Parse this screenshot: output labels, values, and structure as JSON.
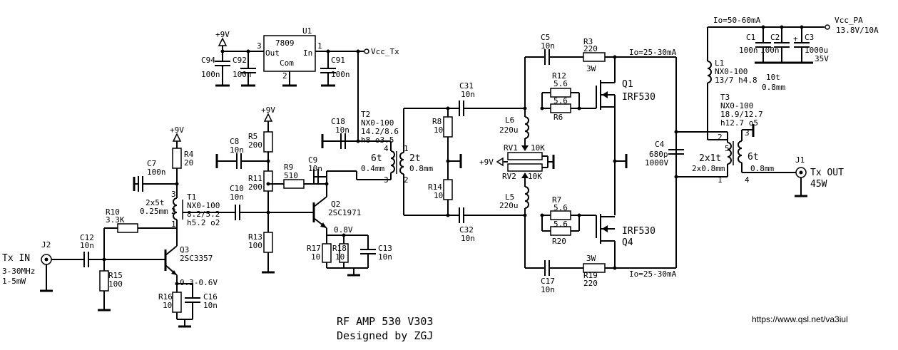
{
  "footer": {
    "title_line1": "RF AMP 530 V303",
    "title_line2": "Designed by ZGJ",
    "url": "https://www.qsl.net/va3iul"
  },
  "labels": {
    "j2": "J2",
    "tx_in": "Tx IN",
    "tx_in_freq": "3-30MHz",
    "tx_in_power": "1-5mW",
    "c12": "C12",
    "c12_val": "10n",
    "r15": "R15",
    "r15_val": "100",
    "r10": "R10",
    "r10_val": "3.3K",
    "q3": "Q3",
    "q3_type": "2SC3357",
    "r16": "R16",
    "r16_val": "10",
    "c16": "C16",
    "c16_val": "10n",
    "q3_emitter_v": "0.3-0.6V",
    "t1": "T1",
    "t1_core": "NX0-100",
    "t1_dims": "8.2/5.2",
    "t1_dims2": "h5.2 o2",
    "t1_turns": "2x5t",
    "t1_wire": "0.25mm",
    "t1_pin3": "3",
    "t1_pin2": "2",
    "t1_pin1": "1",
    "vcc9_1": "+9V",
    "r4": "R4",
    "r4_val": "20",
    "c7": "C7",
    "c7_val": "100n",
    "vcc9_2": "+9V",
    "c8": "C8",
    "c8_val": "10n",
    "r5": "R5",
    "r5_val": "200",
    "r11": "R11",
    "r11_val": "200",
    "r13": "R13",
    "r13_val": "100",
    "r9": "R9",
    "r9_val": "510",
    "c10": "C10",
    "c10_val": "10n",
    "c9": "C9",
    "c9_val": "10n",
    "q2": "Q2",
    "q2_type": "2SC1971",
    "q2_emitter_v": "0.8V",
    "r17": "R17",
    "r17_val": "10",
    "r18": "R18",
    "r18_val": "10",
    "c13": "C13",
    "c13_val": "10n",
    "vcc9_3": "+9V",
    "c94": "C94",
    "c94_val": "100n",
    "c92": "C92",
    "c92_val": "100n",
    "u1": "U1",
    "u1_type": "7809",
    "u1_out": "Out",
    "u1_in": "In",
    "u1_com": "Com",
    "u1_pin3": "3",
    "u1_pin1": "1",
    "u1_pin2": "2",
    "c91": "C91",
    "c91_val": "100n",
    "vcc_tx": "Vcc_Tx",
    "c18": "C18",
    "c18_val": "10n",
    "t2": "T2",
    "t2_core": "NX0-100",
    "t2_dims": "14.2/8.6",
    "t2_dims2": "h8 o3.5",
    "t2_pri_turns": "6t",
    "t2_pri_wire": "0.4mm",
    "t2_sec_turns": "2t",
    "t2_sec_wire": "0.8mm",
    "t2_pin4": "4",
    "t2_pin3": "3",
    "t2_pin1": "1",
    "t2_pin2": "2",
    "c31": "C31",
    "c31_val": "10n",
    "c32": "C32",
    "c32_val": "10n",
    "r8": "R8",
    "r8_val": "10",
    "r14": "R14",
    "r14_val": "10",
    "l6": "L6",
    "l6_val": "220u",
    "l5": "L5",
    "l5_val": "220u",
    "rv1": "RV1",
    "rv1_val": "10K",
    "rv2": "RV2",
    "rv2_val": "10K",
    "vcc9_4": "+9V",
    "c5": "C5",
    "c5_val": "10n",
    "r3": "R3",
    "r3_val": "220",
    "r3_power": "3W",
    "r12": "R12",
    "r12_val": "5.6",
    "r6": "R6",
    "r6_val": "5.6",
    "r7": "R7",
    "r7_val": "5.6",
    "r20": "R20",
    "r20_val": "5.6",
    "q1": "Q1",
    "q1_type": "IRF530",
    "q4": "Q4",
    "q4_type": "IRF530",
    "c17": "C17",
    "c17_val": "10n",
    "r19": "R19",
    "r19_val": "220",
    "r19_power": "3W",
    "io_top": "Io=25-30mA",
    "io_bot": "Io=25-30mA",
    "io_pa": "Io=50-60mA",
    "vcc_pa": "Vcc_PA",
    "vcc_pa_val": "13.8V/10A",
    "c1": "C1",
    "c1_val": "100n",
    "c2": "C2",
    "c2_val": "100n",
    "c3": "C3",
    "c3_val": "1000u",
    "c3_v": "35V",
    "l1": "L1",
    "l1_core": "NX0-100",
    "l1_dims": "13/7 h4.8",
    "l1_turns": "10t",
    "l1_wire": "0.8mm",
    "c4": "C4",
    "c4_val": "680p",
    "c4_v": "1000V",
    "t3": "T3",
    "t3_core": "NX0-100",
    "t3_dims": "18.9/12.7",
    "t3_dims2": "h12.7 o5",
    "t3_pri_turns": "2x1t",
    "t3_pri_wire": "2x0.8mm",
    "t3_sec_turns": "6t",
    "t3_sec_wire": "0.8mm",
    "t3_pin2": "2",
    "t3_pin3": "3",
    "t3_pin5": "5",
    "t3_pin1": "1",
    "t3_pin4": "4",
    "j1": "J1",
    "tx_out": "Tx OUT",
    "tx_out_power": "45W"
  }
}
